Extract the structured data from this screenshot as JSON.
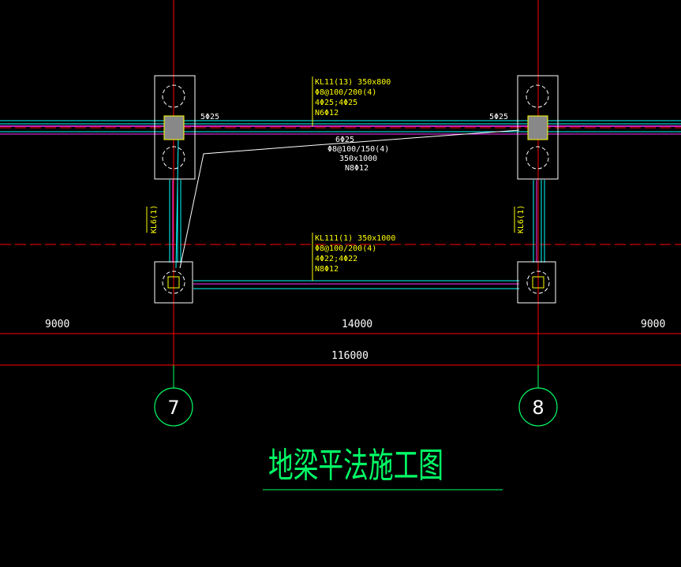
{
  "beams": {
    "kl11": {
      "name": "KL11(13) 350x800",
      "stirrup": "Φ8@100/200(4)",
      "rebar": "4Φ25;4Φ25",
      "side": "N6Φ12"
    },
    "kl111": {
      "name": "KL111(1) 350x1000",
      "stirrup": "Φ8@100/200(4)",
      "rebar": "4Φ22;4Φ22",
      "side": "N8Φ12"
    },
    "kl6_left": "KL6(1)",
    "kl6_right": "KL6(1)",
    "inclined": {
      "rebar": "6Φ25",
      "stirrup": "Φ8@100/150(4)",
      "size": "350x1000",
      "side": "N8Φ12"
    },
    "support_left": "5Φ25",
    "support_right": "5Φ25"
  },
  "dimensions": {
    "left": "9000",
    "middle": "14000",
    "right": "9000",
    "total": "116000"
  },
  "axes": {
    "a7": "7",
    "a8": "8"
  },
  "title": "地梁平法施工图",
  "colors": {
    "background": "#000000",
    "axis_line": "#ff0000",
    "beam_cyan": "#00ffff",
    "beam_magenta": "#ff33ff",
    "text_yellow": "#ffff00",
    "axis_bubble": "#00ff66",
    "title_green": "#00ff66",
    "outline_white": "#ffffff"
  }
}
